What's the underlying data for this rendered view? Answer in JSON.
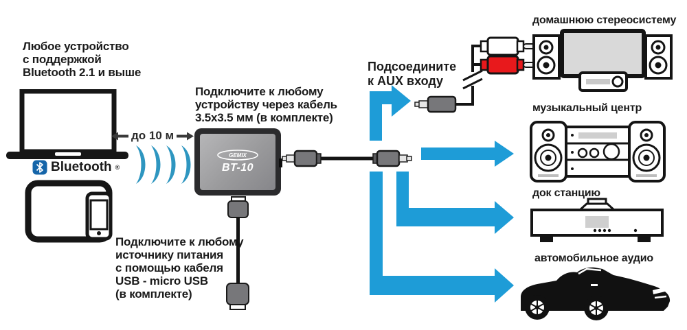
{
  "colors": {
    "arrow_blue": "#1E9CD7",
    "wave_blue": "#2E96C0",
    "bluetooth_blue": "#1565A9",
    "rca_red": "#E8191C",
    "ink": "#1A1A1A"
  },
  "source": {
    "caption": "Любое устройство\nс поддержкой\nBluetooth 2.1 и выше",
    "bluetooth_label": "Bluetooth",
    "bluetooth_reg": "®",
    "range_label": "до 10 м"
  },
  "receiver": {
    "aux_cable_caption": "Подключите к любому\nустройству через кабель\n3.5х3.5 мм (в комплекте)",
    "brand": "GEMIX",
    "model": "BT-10",
    "power_caption": "Подключите к любому\nисточнику питания\nс помощью кабеля\nUSB - micro USB\n(в комплекте)"
  },
  "aux": {
    "instruction": "Подсоедините\nк AUX входу"
  },
  "targets": [
    {
      "label": "домашнюю стереосистему"
    },
    {
      "label": "музыкальный центр"
    },
    {
      "label": "док станцию"
    },
    {
      "label": "автомобильное аудио"
    }
  ]
}
